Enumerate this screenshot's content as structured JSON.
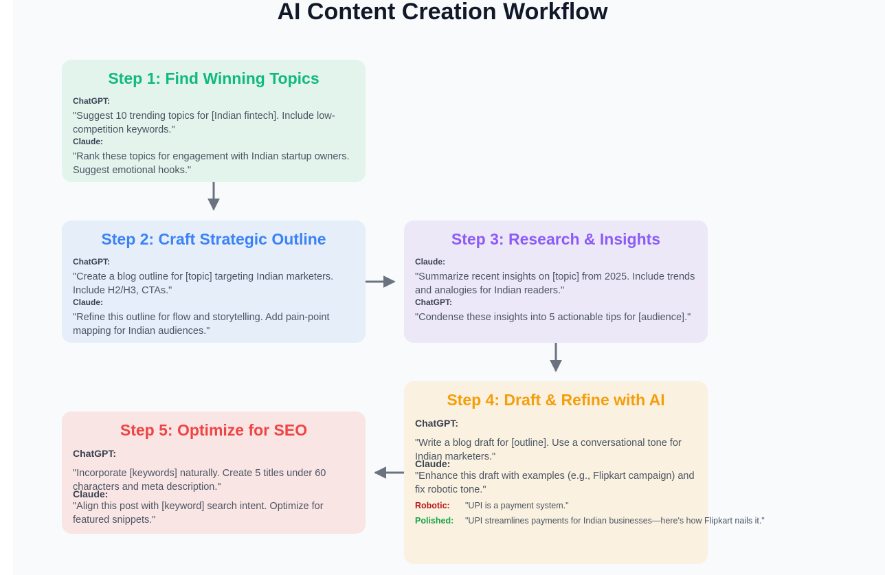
{
  "title": "AI Content Creation Workflow",
  "steps": [
    {
      "title": "Step 1: Find Winning Topics",
      "color": "#10b981",
      "prompts": [
        {
          "tool": "ChatGPT:",
          "text": "\"Suggest 10 trending topics for [Indian fintech]. Include low-competition keywords.\""
        },
        {
          "tool": "Claude:",
          "text": "\"Rank these topics for engagement with Indian startup owners. Suggest emotional hooks.\""
        }
      ]
    },
    {
      "title": "Step 2: Craft Strategic Outline",
      "color": "#3b82f6",
      "prompts": [
        {
          "tool": "ChatGPT:",
          "text": "\"Create a blog outline for [topic] targeting Indian marketers. Include H2/H3, CTAs.\""
        },
        {
          "tool": "Claude:",
          "text": "\"Refine this outline for flow and storytelling. Add pain-point mapping for Indian audiences.\""
        }
      ]
    },
    {
      "title": "Step 3: Research & Insights",
      "color": "#8b5cf6",
      "prompts": [
        {
          "tool": "Claude:",
          "text": "\"Summarize recent insights on [topic] from 2025. Include trends and analogies for Indian readers.\""
        },
        {
          "tool": "ChatGPT:",
          "text": "\"Condense these insights into 5 actionable tips for [audience].\""
        }
      ]
    },
    {
      "title": "Step 4: Draft & Refine with AI",
      "color": "#f59e0b",
      "prompts": [
        {
          "tool": "ChatGPT:",
          "text": "\"Write a blog draft for [outline]. Use a conversational tone for Indian marketers.\""
        },
        {
          "tool": "Claude:",
          "text": "\"Enhance this draft with examples (e.g., Flipkart campaign) and fix robotic tone.\""
        }
      ],
      "examples": [
        {
          "label": "Robotic:",
          "text": "\"UPI is a payment system.\"",
          "color": "#b91c1c"
        },
        {
          "label": "Polished:",
          "text": "\"UPI streamlines payments for Indian businesses—here's how Flipkart nails it.\"",
          "color": "#16a34a"
        }
      ]
    },
    {
      "title": "Step 5: Optimize for SEO",
      "color": "#ef4444",
      "prompts": [
        {
          "tool": "ChatGPT:",
          "text": "\"Incorporate [keywords] naturally. Create 5 titles under 60 characters and meta description.\""
        },
        {
          "tool": "Claude:",
          "text": "\"Align this post with [keyword] search intent. Optimize for featured snippets.\""
        }
      ]
    }
  ]
}
